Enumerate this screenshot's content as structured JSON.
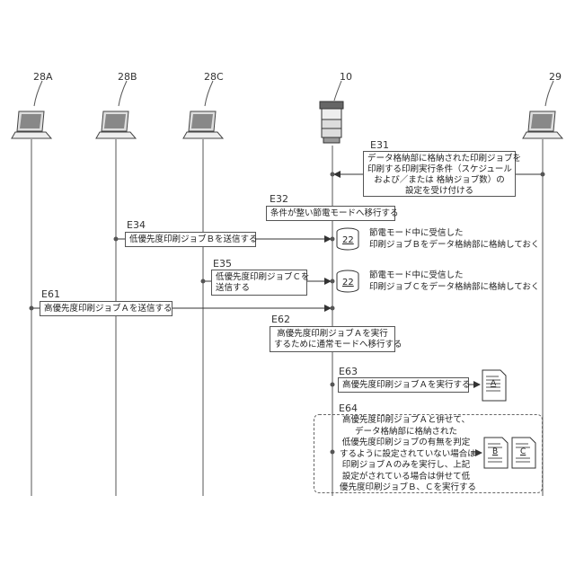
{
  "nodes": [
    {
      "id": "28A",
      "label": "28A",
      "type": "laptop"
    },
    {
      "id": "28B",
      "label": "28B",
      "type": "laptop"
    },
    {
      "id": "28C",
      "label": "28C",
      "type": "laptop"
    },
    {
      "id": "10",
      "label": "10",
      "type": "printer"
    },
    {
      "id": "29",
      "label": "29",
      "type": "laptop"
    }
  ],
  "steps": {
    "e31": {
      "id": "E31",
      "text": [
        "データ格納部に格納された印刷ジョブを",
        "印刷する印刷実行条件（スケジュール",
        "および／または 格納ジョブ数）の",
        "設定を受け付ける"
      ]
    },
    "e32": {
      "id": "E32",
      "text": "条件が整い節電モードへ移行する"
    },
    "e34": {
      "id": "E34",
      "text": "低優先度印刷ジョブＢを送信する",
      "note": [
        "節電モード中に受信した",
        "印刷ジョブＢをデータ格納部に格納しておく"
      ],
      "storage": "22"
    },
    "e35": {
      "id": "E35",
      "text": [
        "低優先度印刷ジョブＣを",
        "送信する"
      ],
      "note": [
        "節電モード中に受信した",
        "印刷ジョブＣをデータ格納部に格納しておく"
      ],
      "storage": "22"
    },
    "e61": {
      "id": "E61",
      "text": "高優先度印刷ジョブＡを送信する"
    },
    "e62": {
      "id": "E62",
      "text": [
        "高優先度印刷ジョブＡを実行",
        "するために通常モードへ移行する"
      ]
    },
    "e63": {
      "id": "E63",
      "text": "高優先度印刷ジョブＡを実行する",
      "doc": "A"
    },
    "e64": {
      "id": "E64",
      "text": [
        "高優先度印刷ジョブＡと併せて、",
        "データ格納部に格納された",
        "低優先度印刷ジョブの有無を判定",
        "するように設定されていない場合は",
        "印刷ジョブＡのみを実行し、上記",
        "設定がされている場合は併せて低",
        "優先度印刷ジョブＢ、Ｃを実行する"
      ],
      "docs": [
        "B",
        "C"
      ]
    }
  }
}
